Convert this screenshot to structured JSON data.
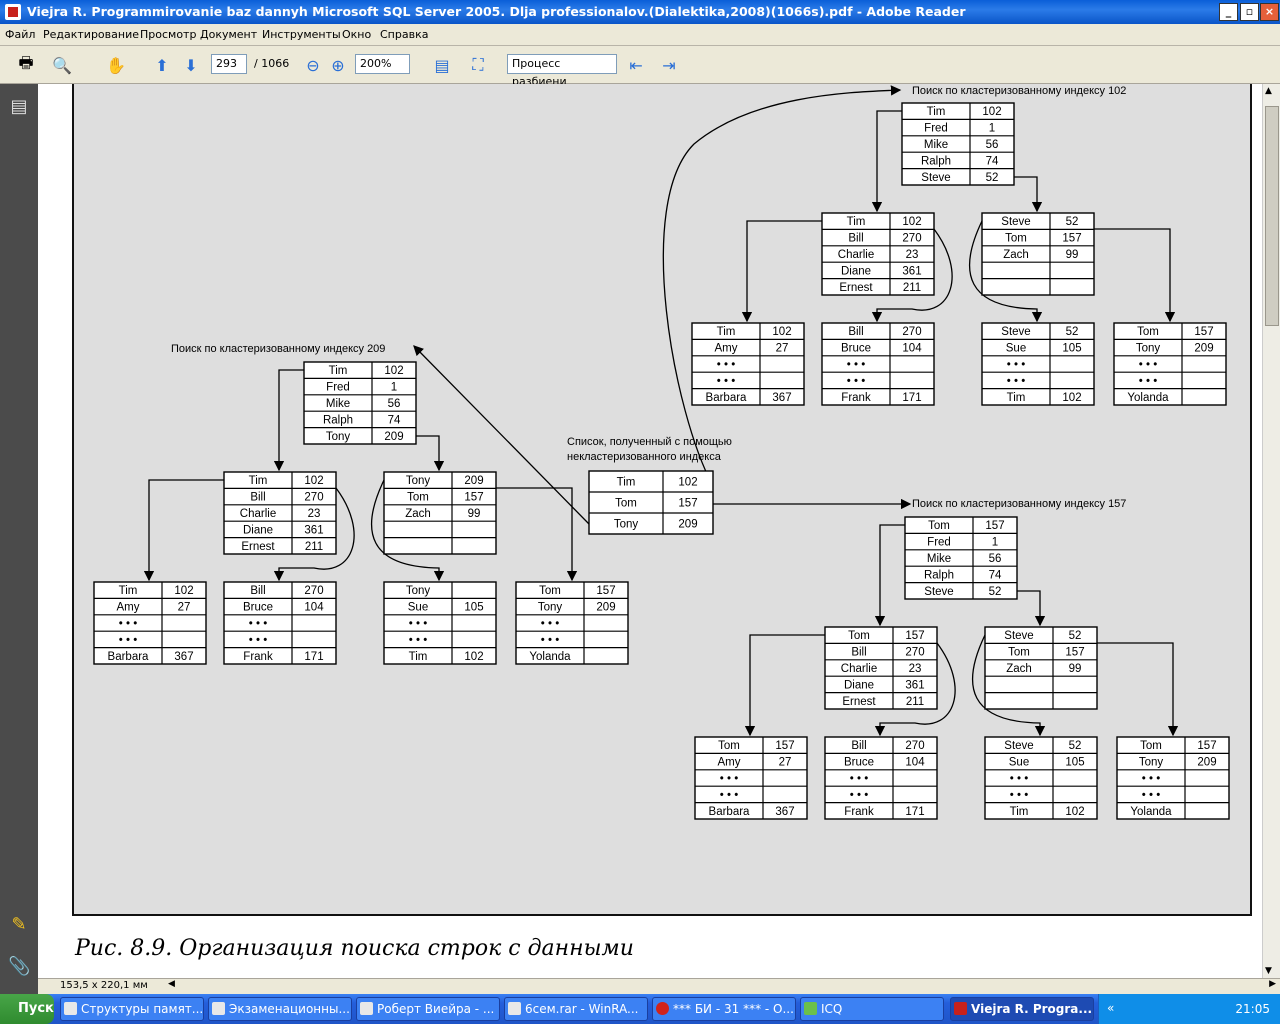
{
  "window": {
    "title": "Viejra R. Programmirovanie baz dannyh Microsoft SQL Server 2005. Dlja professionalov.(Dialektika,2008)(1066s).pdf - Adobe Reader"
  },
  "menu": [
    "Файл",
    "Редактирование",
    "Просмотр",
    "Документ",
    "Инструменты",
    "Окно",
    "Справка"
  ],
  "toolbar": {
    "page": "293",
    "page_total": "/ 1066",
    "zoom": "200%",
    "split_label": "Процесс разбиени"
  },
  "figure": {
    "label_209": "Поиск по кластеризованному индексу  209",
    "label_102": "Поиск по кластеризованному индексу  102",
    "label_157": "Поиск по кластеризованному индексу  157",
    "list_title_1": "Список, полученный с помощью",
    "list_title_2": "некластеризованного индекса",
    "list": [
      [
        "Tim",
        "102"
      ],
      [
        "Tom",
        "157"
      ],
      [
        "Tony",
        "209"
      ]
    ],
    "tree_209": {
      "root": [
        [
          "Tim",
          "102"
        ],
        [
          "Fred",
          "1"
        ],
        [
          "Mike",
          "56"
        ],
        [
          "Ralph",
          "74"
        ],
        [
          "Tony",
          "209"
        ]
      ],
      "inner_left": [
        [
          "Tim",
          "102"
        ],
        [
          "Bill",
          "270"
        ],
        [
          "Charlie",
          "23"
        ],
        [
          "Diane",
          "361"
        ],
        [
          "Ernest",
          "211"
        ]
      ],
      "inner_right": [
        [
          "Tony",
          "209"
        ],
        [
          "Tom",
          "157"
        ],
        [
          "Zach",
          "99"
        ],
        [
          "",
          ""
        ],
        [
          "",
          ""
        ]
      ],
      "leaf1": [
        [
          "Tim",
          "102"
        ],
        [
          "Amy",
          "27"
        ],
        [
          "• • •",
          ""
        ],
        [
          "• • •",
          ""
        ],
        [
          "Barbara",
          "367"
        ]
      ],
      "leaf2": [
        [
          "Bill",
          "270"
        ],
        [
          "Bruce",
          "104"
        ],
        [
          "• • •",
          ""
        ],
        [
          "• • •",
          ""
        ],
        [
          "Frank",
          "171"
        ]
      ],
      "leaf3": [
        [
          "Tony",
          ""
        ],
        [
          "Sue",
          "105"
        ],
        [
          "• • •",
          ""
        ],
        [
          "• • •",
          ""
        ],
        [
          "Tim",
          "102"
        ]
      ],
      "leaf4": [
        [
          "Tom",
          "157"
        ],
        [
          "Tony",
          "209"
        ],
        [
          "• • •",
          ""
        ],
        [
          "• • •",
          ""
        ],
        [
          "Yolanda",
          ""
        ]
      ]
    },
    "tree_102": {
      "root": [
        [
          "Tim",
          "102"
        ],
        [
          "Fred",
          "1"
        ],
        [
          "Mike",
          "56"
        ],
        [
          "Ralph",
          "74"
        ],
        [
          "Steve",
          "52"
        ]
      ],
      "inner_left": [
        [
          "Tim",
          "102"
        ],
        [
          "Bill",
          "270"
        ],
        [
          "Charlie",
          "23"
        ],
        [
          "Diane",
          "361"
        ],
        [
          "Ernest",
          "211"
        ]
      ],
      "inner_right": [
        [
          "Steve",
          "52"
        ],
        [
          "Tom",
          "157"
        ],
        [
          "Zach",
          "99"
        ],
        [
          "",
          ""
        ],
        [
          "",
          ""
        ]
      ],
      "leaf1": [
        [
          "Tim",
          "102"
        ],
        [
          "Amy",
          "27"
        ],
        [
          "• • •",
          ""
        ],
        [
          "• • •",
          ""
        ],
        [
          "Barbara",
          "367"
        ]
      ],
      "leaf2": [
        [
          "Bill",
          "270"
        ],
        [
          "Bruce",
          "104"
        ],
        [
          "• • •",
          ""
        ],
        [
          "• • •",
          ""
        ],
        [
          "Frank",
          "171"
        ]
      ],
      "leaf3": [
        [
          "Steve",
          "52"
        ],
        [
          "Sue",
          "105"
        ],
        [
          "• • •",
          ""
        ],
        [
          "• • •",
          ""
        ],
        [
          "Tim",
          "102"
        ]
      ],
      "leaf4": [
        [
          "Tom",
          "157"
        ],
        [
          "Tony",
          "209"
        ],
        [
          "• • •",
          ""
        ],
        [
          "• • •",
          ""
        ],
        [
          "Yolanda",
          ""
        ]
      ]
    },
    "tree_157": {
      "root": [
        [
          "Tom",
          "157"
        ],
        [
          "Fred",
          "1"
        ],
        [
          "Mike",
          "56"
        ],
        [
          "Ralph",
          "74"
        ],
        [
          "Steve",
          "52"
        ]
      ],
      "inner_left": [
        [
          "Tom",
          "157"
        ],
        [
          "Bill",
          "270"
        ],
        [
          "Charlie",
          "23"
        ],
        [
          "Diane",
          "361"
        ],
        [
          "Ernest",
          "211"
        ]
      ],
      "inner_right": [
        [
          "Steve",
          "52"
        ],
        [
          "Tom",
          "157"
        ],
        [
          "Zach",
          "99"
        ],
        [
          "",
          ""
        ],
        [
          "",
          ""
        ]
      ],
      "leaf1": [
        [
          "Tom",
          "157"
        ],
        [
          "Amy",
          "27"
        ],
        [
          "• • •",
          ""
        ],
        [
          "• • •",
          ""
        ],
        [
          "Barbara",
          "367"
        ]
      ],
      "leaf2": [
        [
          "Bill",
          "270"
        ],
        [
          "Bruce",
          "104"
        ],
        [
          "• • •",
          ""
        ],
        [
          "• • •",
          ""
        ],
        [
          "Frank",
          "171"
        ]
      ],
      "leaf3": [
        [
          "Steve",
          "52"
        ],
        [
          "Sue",
          "105"
        ],
        [
          "• • •",
          ""
        ],
        [
          "• • •",
          ""
        ],
        [
          "Tim",
          "102"
        ]
      ],
      "leaf4": [
        [
          "Tom",
          "157"
        ],
        [
          "Tony",
          "209"
        ],
        [
          "• • •",
          ""
        ],
        [
          "• • •",
          ""
        ],
        [
          "Yolanda",
          ""
        ]
      ]
    },
    "caption": "Рис. 8.9. Организация поиска строк с данными"
  },
  "status": {
    "page_size": "153,5 x 220,1 мм"
  },
  "taskbar": {
    "start": "Пуск",
    "tasks": [
      "Структуры памят...",
      "Экзаменационны...",
      "Роберт Виейра - ...",
      "6сем.rar - WinRA...",
      "*** БИ - 31 *** - О...",
      "ICQ",
      "Viejra R. Progra..."
    ],
    "clock": "21:05"
  }
}
